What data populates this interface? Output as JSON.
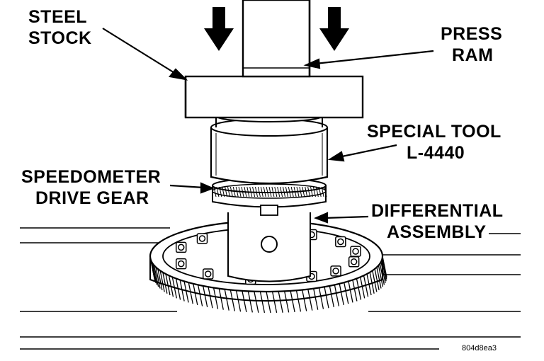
{
  "labels": {
    "steel_stock": [
      "STEEL",
      "STOCK"
    ],
    "press_ram": [
      "PRESS",
      "RAM"
    ],
    "special_tool": [
      "SPECIAL TOOL",
      "L-4440"
    ],
    "speedometer_drive_gear": [
      "SPEEDOMETER",
      "DRIVE GEAR"
    ],
    "differential_assembly": [
      "DIFFERENTIAL",
      "ASSEMBLY"
    ]
  },
  "figure_id": "804d8ea3",
  "colors": {
    "ink": "#000000",
    "paper": "#ffffff"
  }
}
